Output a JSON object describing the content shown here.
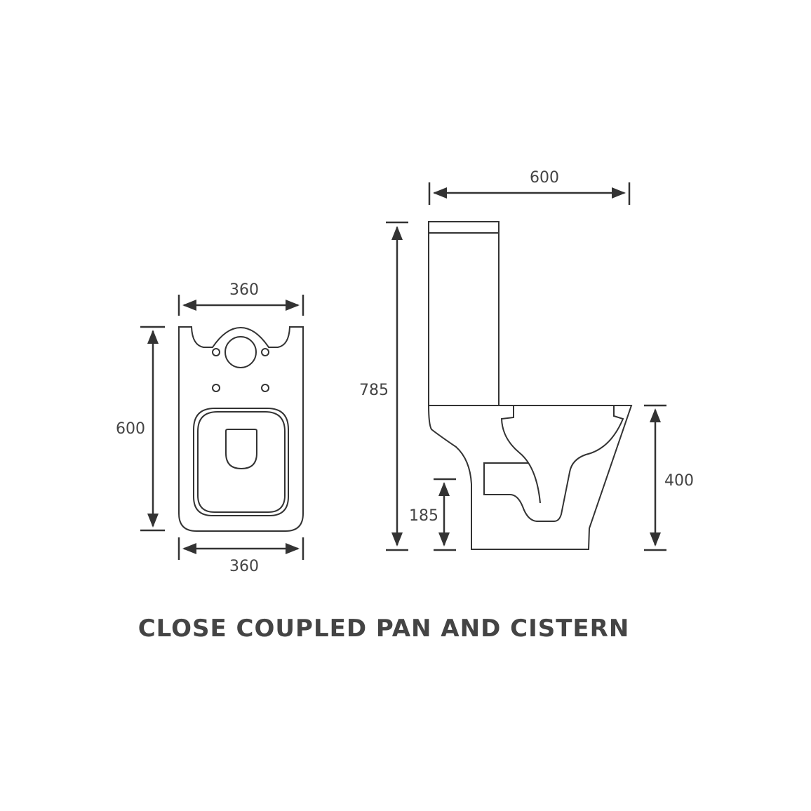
{
  "title": "CLOSE COUPLED PAN AND CISTERN",
  "dimensions": {
    "top_view_width_top": "360",
    "top_view_depth": "600",
    "top_view_width_bottom": "360",
    "side_view_depth": "600",
    "side_view_height": "785",
    "side_view_outlet_height": "185",
    "side_view_pan_height": "400"
  },
  "colors": {
    "line": "#333333",
    "text": "#444444"
  }
}
